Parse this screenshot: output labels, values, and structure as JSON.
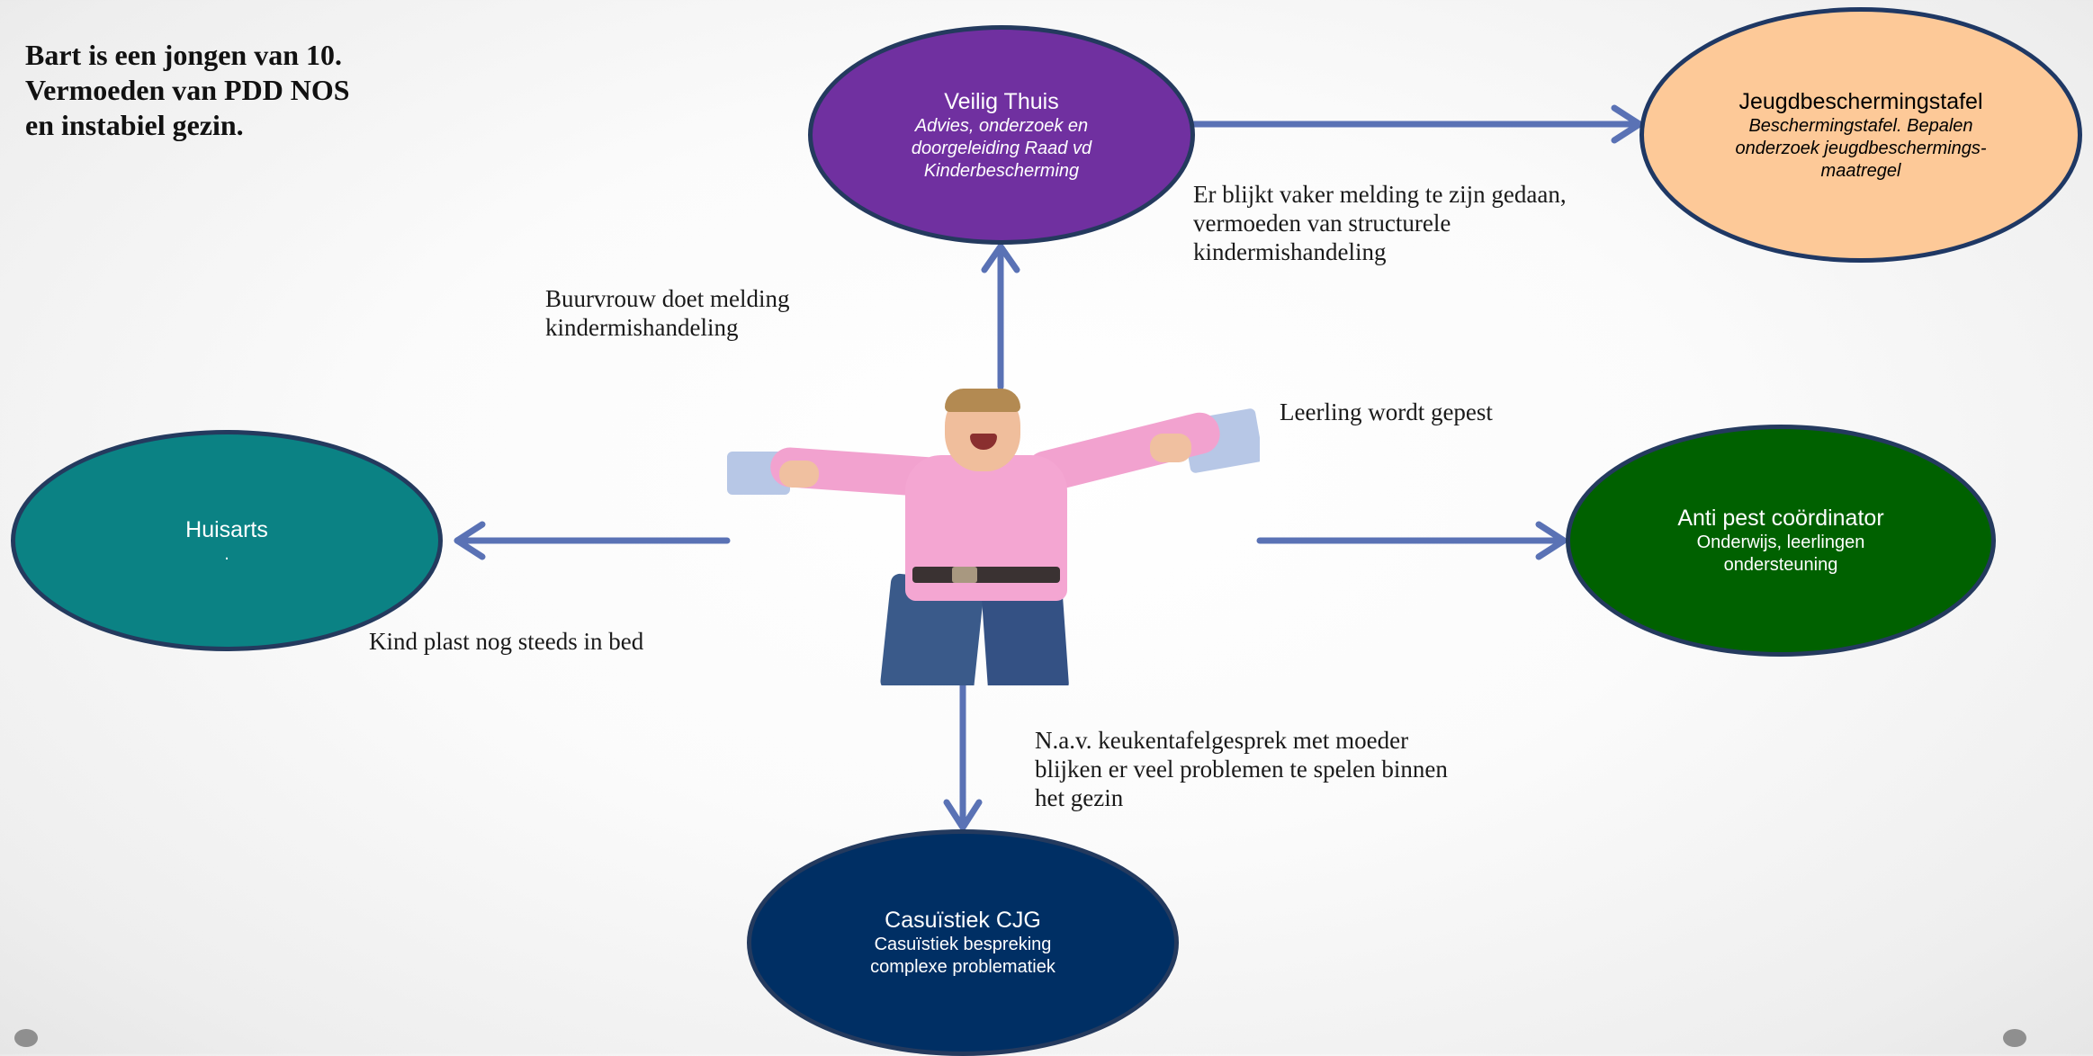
{
  "title": {
    "lines": [
      "Bart is een jongen van 10.",
      "Vermoeden van PDD NOS",
      "en instabiel gezin."
    ]
  },
  "nodes": {
    "veilig_thuis": {
      "title": "Veilig Thuis",
      "subtitle_lines": [
        "Advies, onderzoek en",
        "doorgeleiding Raad vd",
        "Kinderbescherming"
      ],
      "color": "#7030a0"
    },
    "jeugdbeschermingstafel": {
      "title": "Jeugdbeschermingstafel",
      "subtitle_lines": [
        "Beschermingstafel. Bepalen",
        "onderzoek jeugdbeschermings-",
        "maatregel"
      ],
      "color": "#fdc998"
    },
    "huisarts": {
      "title": "Huisarts",
      "subtitle_lines": [
        "."
      ],
      "color": "#0b8284"
    },
    "anti_pest": {
      "title": "Anti pest coördinator",
      "subtitle_lines": [
        "Onderwijs, leerlingen",
        "ondersteuning"
      ],
      "color": "#006100"
    },
    "casuistiek_cjg": {
      "title": "Casuïstiek CJG",
      "subtitle_lines": [
        "Casuïstiek bespreking",
        "complexe problematiek"
      ],
      "color": "#002f64"
    }
  },
  "captions": {
    "buurvrouw": [
      "Buurvrouw doet melding",
      "kindermishandeling"
    ],
    "vaker_melding": [
      "Er blijkt vaker melding te zijn gedaan,",
      "vermoeden van structurele",
      "kindermishandeling"
    ],
    "gepest": [
      "Leerling wordt gepest"
    ],
    "bedplassen": [
      "Kind plast nog steeds in bed"
    ],
    "keukentafel": [
      "N.a.v. keukentafelgesprek met moeder",
      "blijken er veel problemen te spelen binnen",
      "het gezin"
    ]
  },
  "colors": {
    "arrow": "#5a72b5",
    "ellipse_border": "#243a5e"
  },
  "icons": {
    "center_image": "child-being-pulled-image",
    "slide_nav_left": "slide-nav-dot-icon",
    "slide_nav_right": "slide-nav-dot-icon"
  }
}
